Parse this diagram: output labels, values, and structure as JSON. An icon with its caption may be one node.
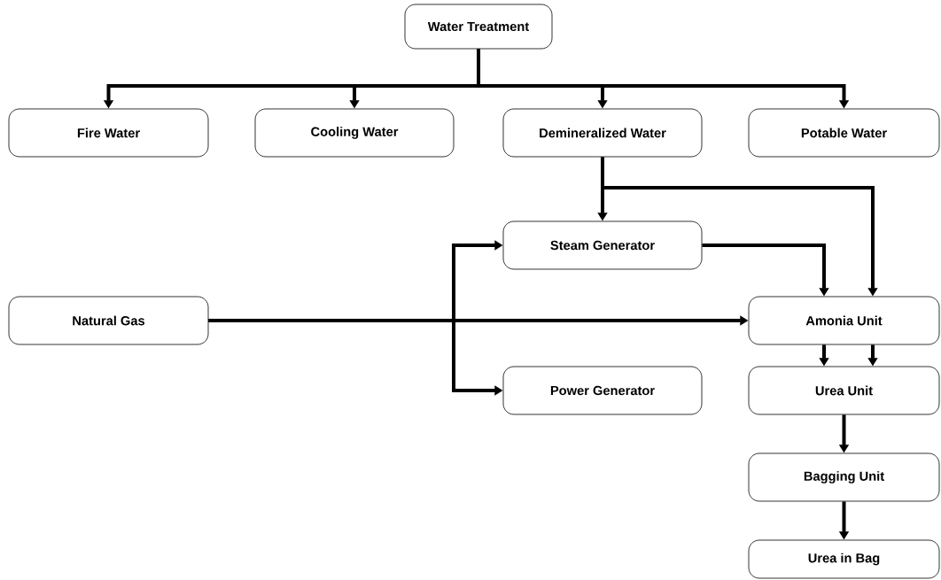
{
  "diagram": {
    "nodes": [
      {
        "text": [
          "Water Treatment"
        ]
      },
      {
        "text": [
          "Fire Water"
        ]
      },
      {
        "text": [
          "Cooling Water"
        ]
      },
      {
        "text": [
          "Demineralized Water"
        ]
      },
      {
        "text": [
          "Potable Water"
        ]
      },
      {
        "text": [
          "Steam Generator"
        ]
      },
      {
        "text": [
          "Natural Gas"
        ]
      },
      {
        "text": [
          "Amonia Unit"
        ]
      },
      {
        "text": [
          "Power Generator"
        ]
      },
      {
        "text": [
          "Urea Unit"
        ]
      },
      {
        "text": [
          "Bagging Unit"
        ]
      },
      {
        "text": [
          "Urea in Bag"
        ]
      }
    ],
    "edges": [
      {
        "from": 0,
        "to": 1,
        "arrow": "to"
      },
      {
        "from": 0,
        "to": 2,
        "arrow": "to"
      },
      {
        "from": 0,
        "to": 3,
        "arrow": "to"
      },
      {
        "from": 0,
        "to": 4,
        "arrow": "to"
      },
      {
        "from": 3,
        "to": 5,
        "arrow": "to"
      },
      {
        "from": 3,
        "to": 7,
        "arrow": "to"
      },
      {
        "from": 5,
        "to": 7,
        "arrow": "to"
      },
      {
        "from": 6,
        "to": 7,
        "arrow": "to"
      },
      {
        "from": 6,
        "to": 5,
        "arrow": "to"
      },
      {
        "from": 6,
        "to": 8,
        "arrow": "to"
      },
      {
        "from": 7,
        "to": 9,
        "arrow": "to"
      },
      {
        "from": 7,
        "to": 9,
        "arrow": "to"
      },
      {
        "from": 9,
        "to": 10,
        "arrow": "to"
      },
      {
        "from": 10,
        "to": 11,
        "arrow": "to"
      }
    ]
  }
}
